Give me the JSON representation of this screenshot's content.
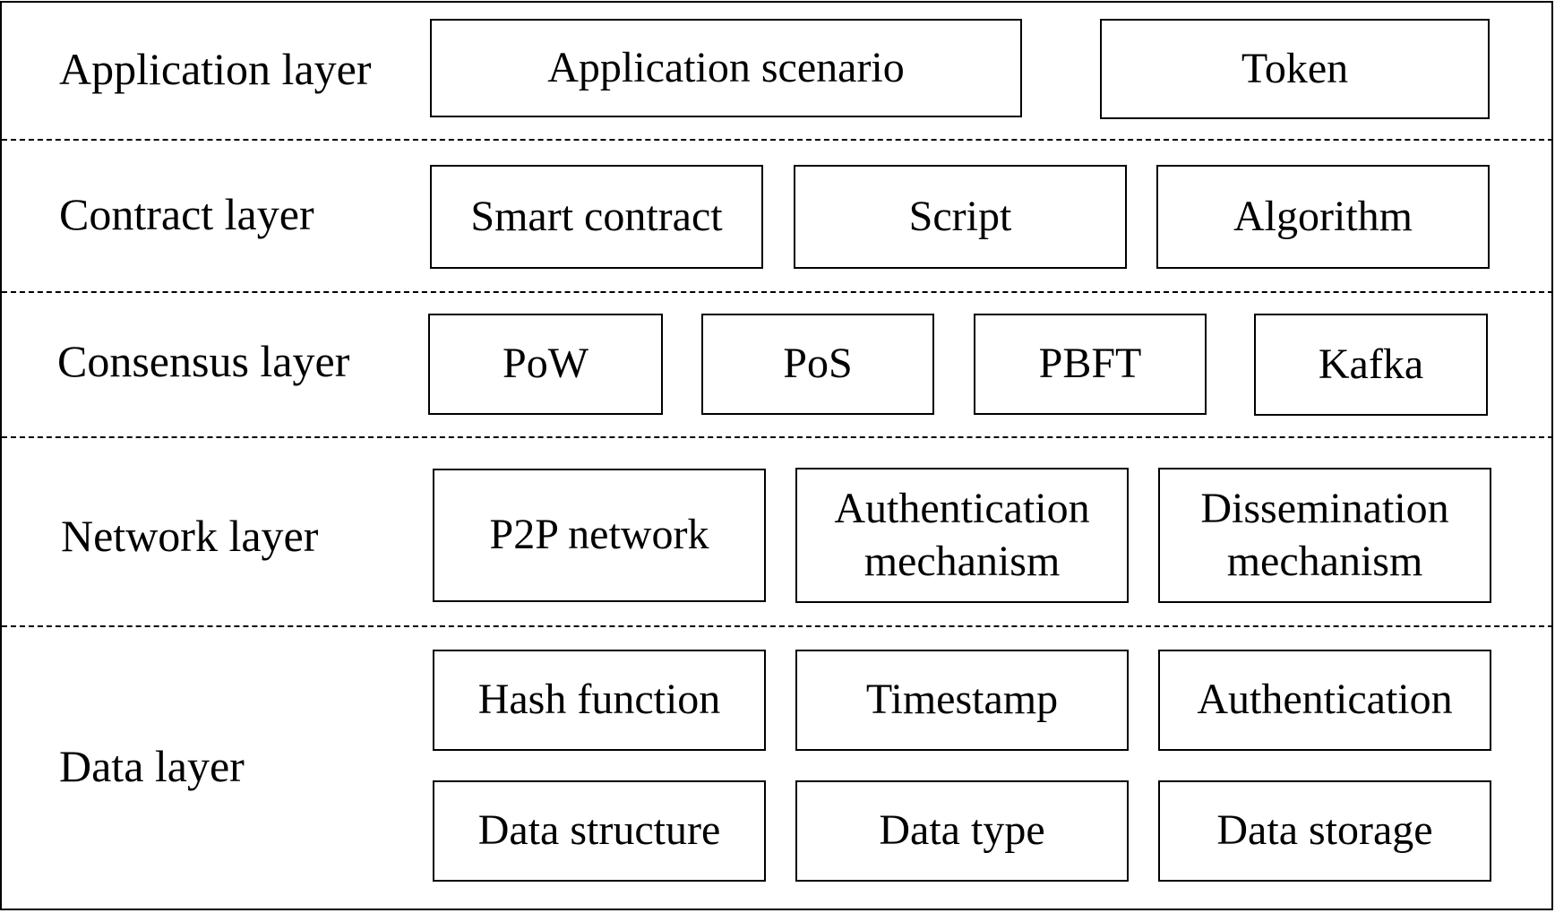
{
  "layers": {
    "application": {
      "label": "Application layer",
      "items": [
        "Application scenario",
        "Token"
      ]
    },
    "contract": {
      "label": "Contract layer",
      "items": [
        "Smart contract",
        "Script",
        "Algorithm"
      ]
    },
    "consensus": {
      "label": "Consensus layer",
      "items": [
        "PoW",
        "PoS",
        "PBFT",
        "Kafka"
      ]
    },
    "network": {
      "label": "Network layer",
      "items": [
        "P2P network",
        "Authentication\nmechanism",
        "Dissemination\nmechanism"
      ]
    },
    "data": {
      "label": "Data layer",
      "items": [
        "Hash function",
        "Timestamp",
        "Authentication",
        "Data structure",
        "Data type",
        "Data storage"
      ]
    }
  }
}
